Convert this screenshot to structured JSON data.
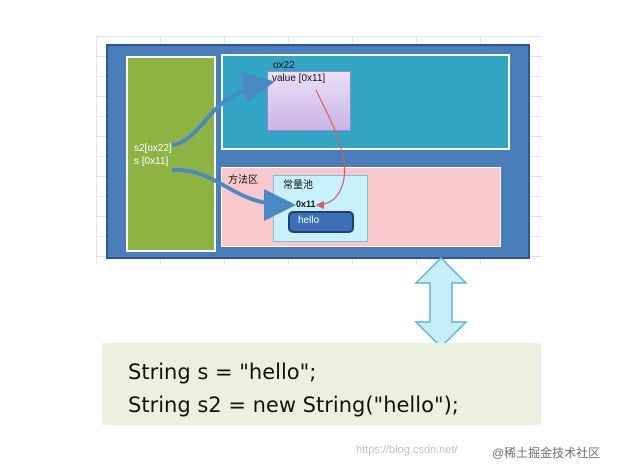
{
  "diagram": {
    "object_address": "ox22",
    "object_value": "value [0x11]",
    "stack_var_s2": "s2[ox22]",
    "stack_var_s": "s [0x11]",
    "method_area_label": "方法区",
    "constant_pool_label": "常量池",
    "pool_address": "0x11",
    "pool_value": "hello"
  },
  "code": {
    "line1": "String s = \"hello\";",
    "line2": "String s2 = new String(\"hello\");"
  },
  "watermark": {
    "url": "https://blog.csdn.net/",
    "brand": "@稀土掘金技术社区"
  },
  "colors": {
    "outer": "#4a7ebb",
    "stack": "#8db342",
    "heap": "#31a5c3",
    "method_area": "#f9c8ca",
    "constant_pool": "#c8f1fb",
    "code_box": "#ebf1de",
    "double_arrow": "#c6eef9"
  },
  "icons": [
    "double-headed-vertical-arrow-icon"
  ]
}
